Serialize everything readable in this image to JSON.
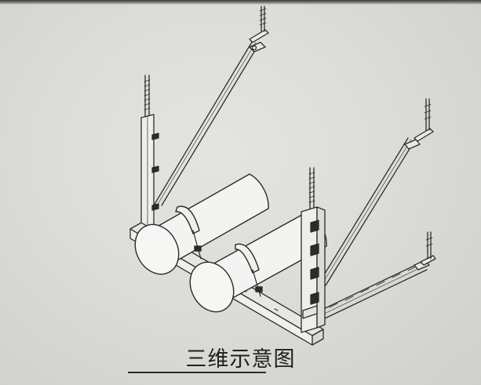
{
  "caption": "三维示意图",
  "colors": {
    "background": "#dcdcd9",
    "line": "#2b2b2b",
    "pipe_fill": "#f3f3f1",
    "caption": "#1f1f1f"
  },
  "icons": [
    "seismic-bracket-drawing",
    "pipe",
    "threaded-rod",
    "diagonal-brace"
  ]
}
